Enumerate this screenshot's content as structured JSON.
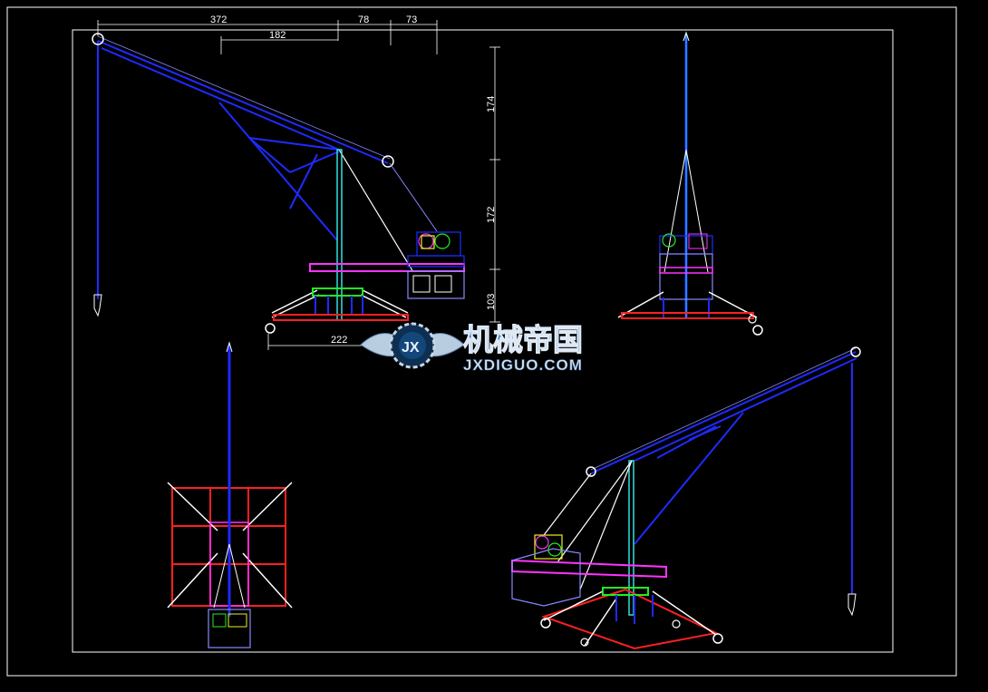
{
  "dimensions": {
    "top_a": "372",
    "top_b": "182",
    "top_c": "78",
    "top_d": "73",
    "height_a": "174",
    "height_b": "172",
    "height_c": "103",
    "base": "222"
  },
  "watermark": {
    "logo_text": "JX",
    "cn": "机械帝国",
    "en": "JXDIGUO.COM"
  },
  "colors": {
    "background": "#000000",
    "frame": "#ffffff",
    "boom": "#1e2bff",
    "mast": "#33e0e0",
    "base": "#ff2020",
    "platform": "#ff33ff",
    "structure": "#ffffff",
    "accent_green": "#22ee22",
    "accent_yellow": "#eeee22",
    "watermark_cn": "#1c6fd6",
    "watermark_en": "#d8e6f4"
  }
}
